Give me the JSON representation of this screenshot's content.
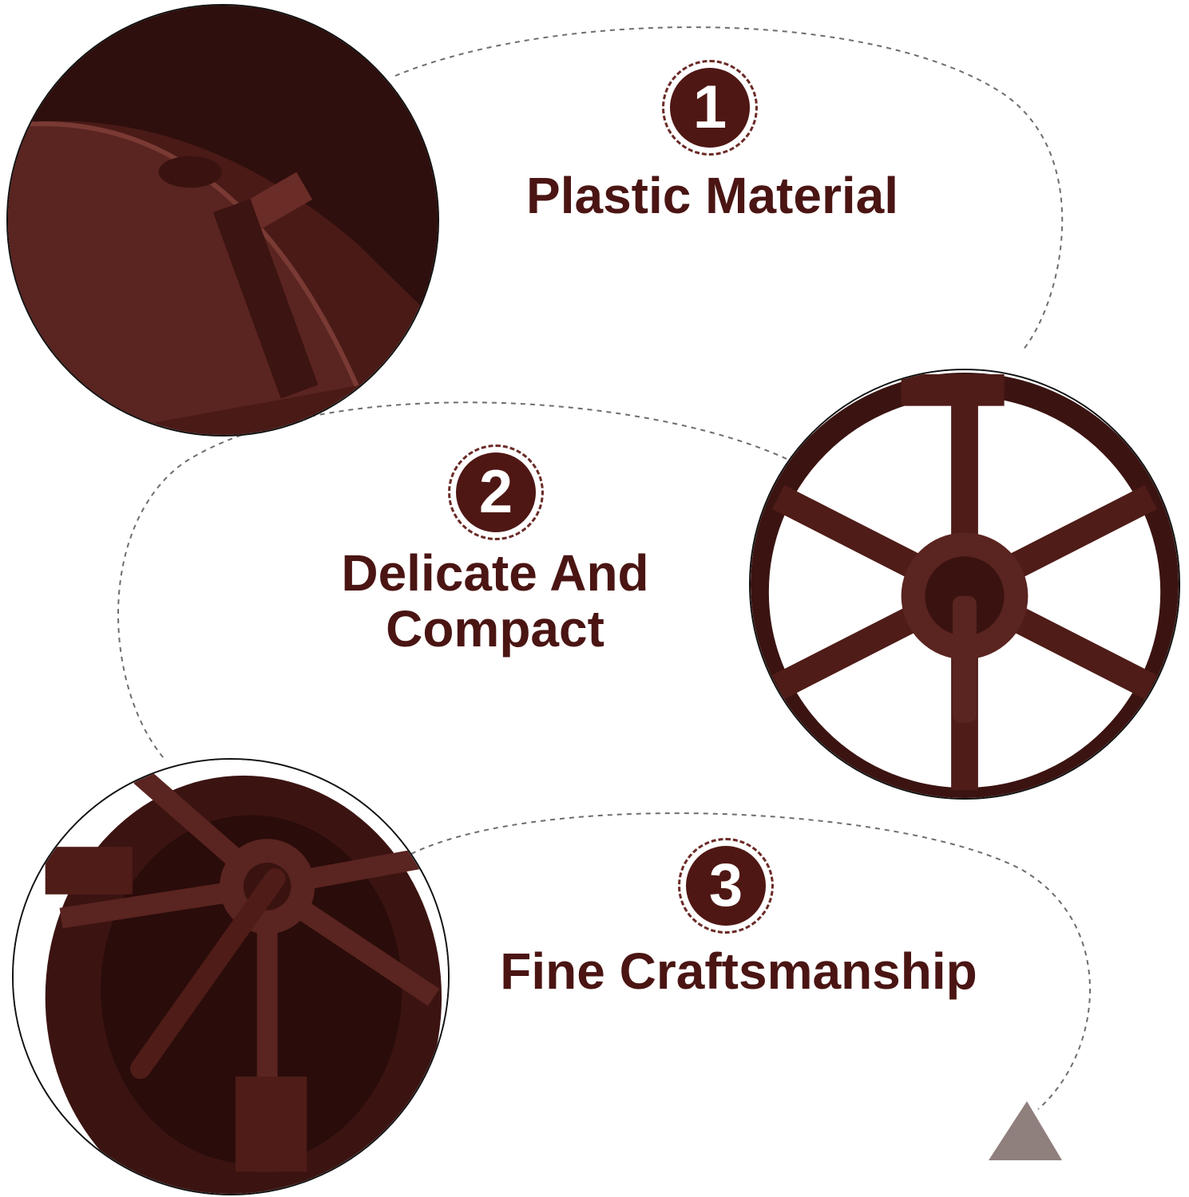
{
  "features": [
    {
      "number": "1",
      "label": "Plastic Material"
    },
    {
      "number": "2",
      "label_lines": [
        "Delicate And",
        "Compact"
      ]
    },
    {
      "number": "3",
      "label": "Fine Craftsmanship"
    }
  ],
  "images": [
    {
      "name": "plastic-material-closeup"
    },
    {
      "name": "wheel-spokes-front-view"
    },
    {
      "name": "wheel-axle-angle-view"
    }
  ],
  "colors": {
    "brand_brown": "#4f1714",
    "text_brown": "#4a1513",
    "dashed_line": "#6d6d6d",
    "arrow": "#8f7f7d",
    "product": "#3b1412"
  }
}
